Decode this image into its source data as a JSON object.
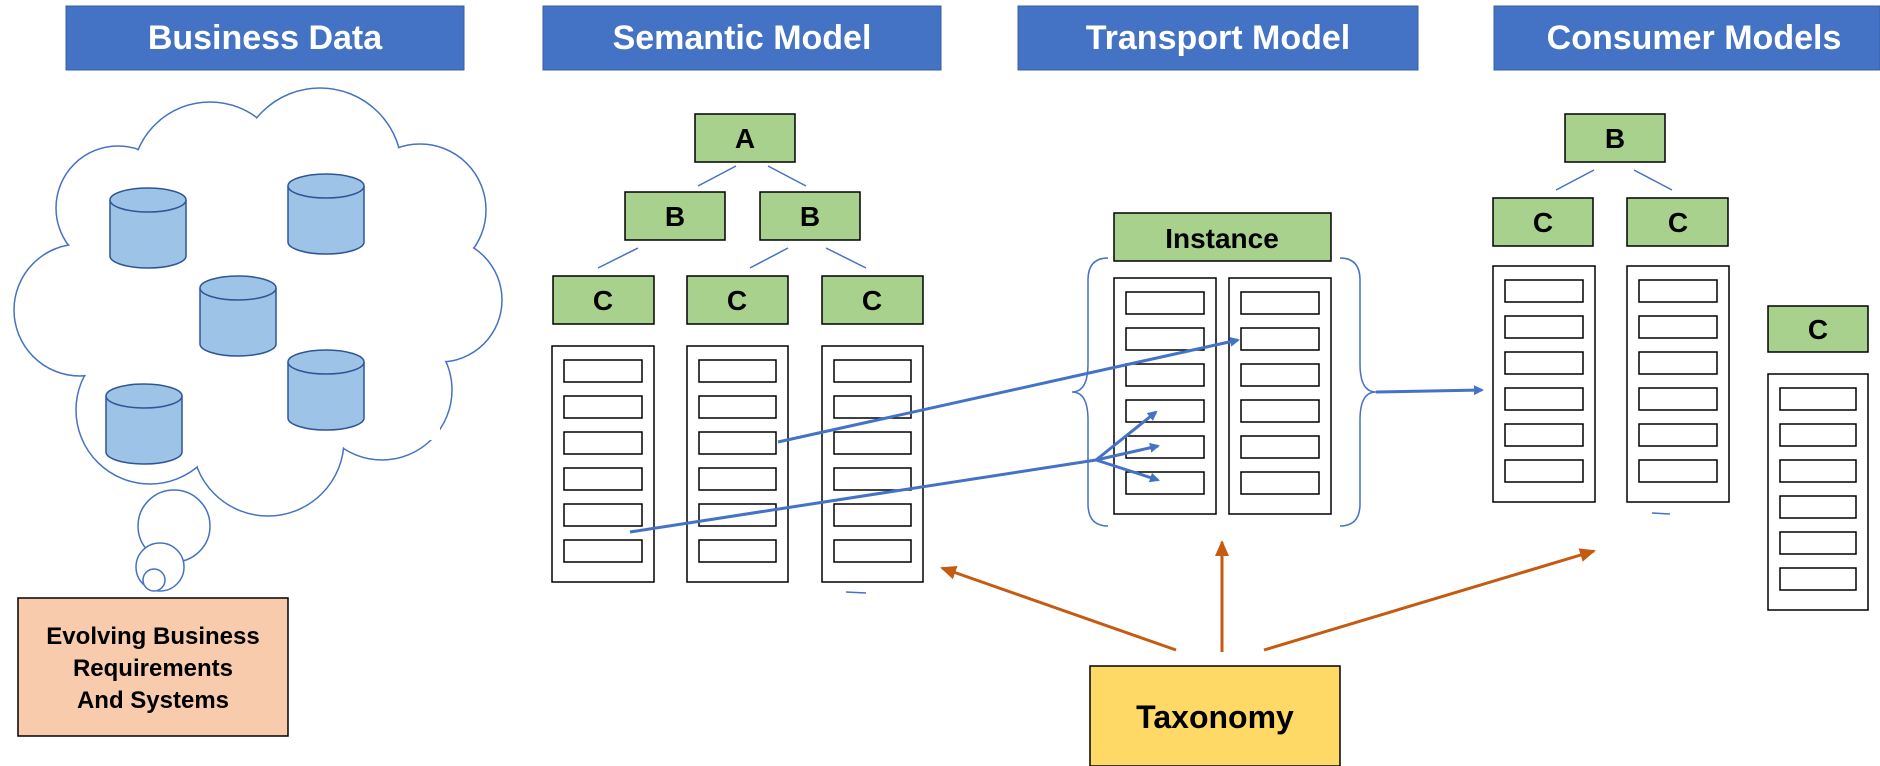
{
  "headers": {
    "business_data": "Business Data",
    "semantic_model": "Semantic Model",
    "transport_model": "Transport Model",
    "consumer_models": "Consumer Models"
  },
  "semantic": {
    "a": "A",
    "b": "B",
    "c": "C"
  },
  "transport": {
    "instance": "Instance"
  },
  "consumer": {
    "b": "B",
    "c": "C"
  },
  "note": {
    "line1": "Evolving Business",
    "line2": "Requirements",
    "line3": "And Systems"
  },
  "taxonomy": {
    "label": "Taxonomy"
  },
  "colors": {
    "header_fill": "#4472C4",
    "green_fill": "#A9D18E",
    "cylinder_fill": "#9DC3E6",
    "blue_line": "#4472C4",
    "orange_arrow": "#C55A11",
    "note_fill": "#F8CBAD",
    "taxonomy_fill": "#FFD966"
  }
}
